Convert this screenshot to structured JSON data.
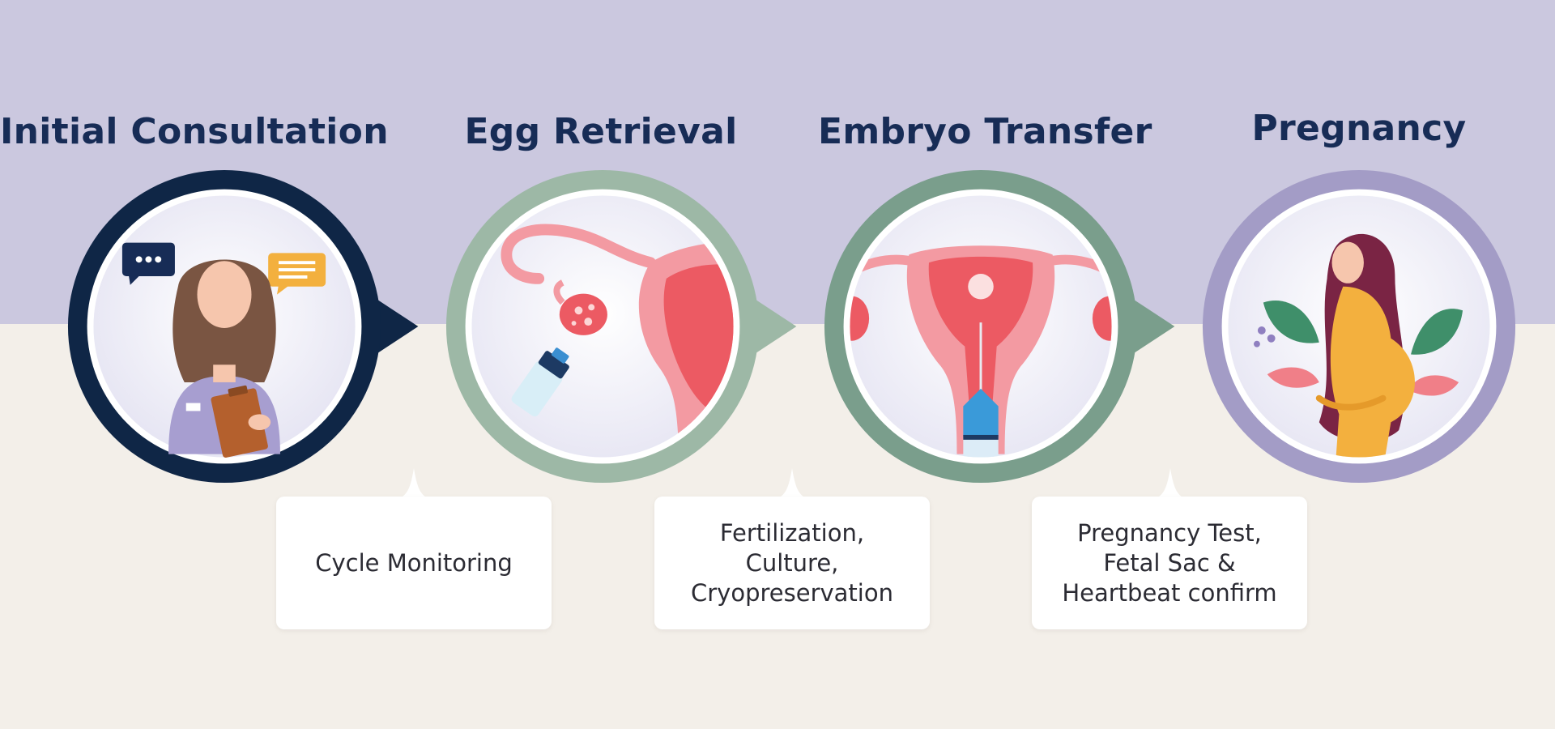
{
  "stages": [
    {
      "title": "Initial Consultation",
      "ring_color": "#0f2646",
      "illustration": "doctor-with-clipboard"
    },
    {
      "title": "Egg Retrieval",
      "ring_color": "#9db8a6",
      "illustration": "ovary-and-vial"
    },
    {
      "title": "Embryo Transfer",
      "ring_color": "#7a9e8c",
      "illustration": "uterus-embryo-catheter"
    },
    {
      "title": "Pregnancy",
      "ring_color": "#a39cc6",
      "illustration": "pregnant-woman"
    }
  ],
  "steps": [
    {
      "text": "Cycle Monitoring"
    },
    {
      "text": "Fertilization,\nCulture,\nCryopreservation"
    },
    {
      "text": "Pregnancy Test,\nFetal Sac &\nHeartbeat confirm"
    }
  ],
  "colors": {
    "top_band": "#cbc8df",
    "bottom_band": "#f3efe9",
    "title_text": "#172c56"
  }
}
